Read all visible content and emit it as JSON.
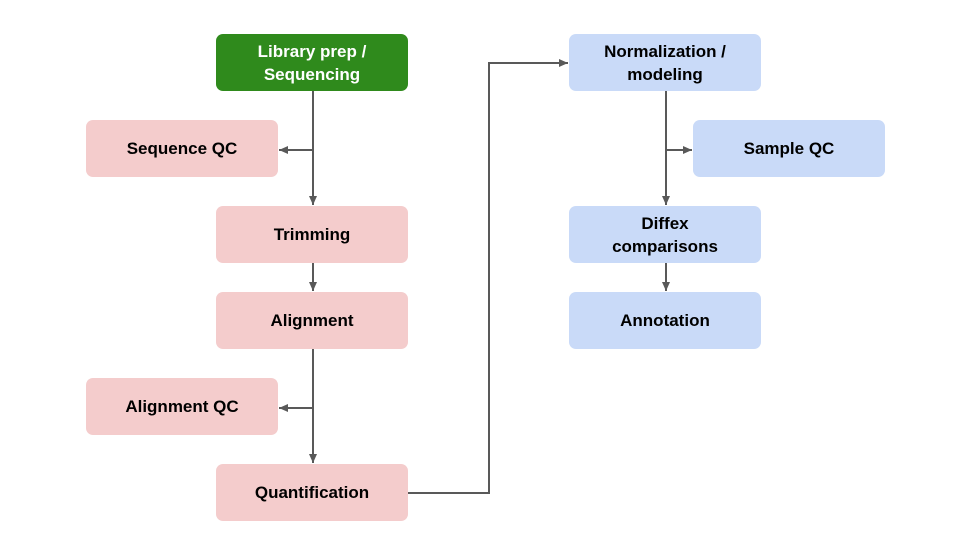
{
  "colors": {
    "start_fill": "#2f8a1c",
    "pink_fill": "#f4cccc",
    "blue_fill": "#c9daf8",
    "line": "#595959"
  },
  "nodes": {
    "library_prep": "Library prep   /\nSequencing",
    "sequence_qc": "Sequence QC",
    "trimming": "Trimming",
    "alignment": "Alignment",
    "alignment_qc": "Alignment QC",
    "quantification": "Quantification",
    "normalization": "Normalization /\nmodeling",
    "sample_qc": "Sample QC",
    "diffex": "Diffex\ncomparisons",
    "annotation": "Annotation"
  },
  "edges": [
    {
      "from": "library_prep",
      "to": "sequence_qc"
    },
    {
      "from": "library_prep",
      "to": "trimming"
    },
    {
      "from": "trimming",
      "to": "alignment"
    },
    {
      "from": "alignment",
      "to": "alignment_qc"
    },
    {
      "from": "alignment",
      "to": "quantification"
    },
    {
      "from": "quantification",
      "to": "normalization"
    },
    {
      "from": "normalization",
      "to": "sample_qc"
    },
    {
      "from": "normalization",
      "to": "diffex"
    },
    {
      "from": "diffex",
      "to": "annotation"
    }
  ]
}
